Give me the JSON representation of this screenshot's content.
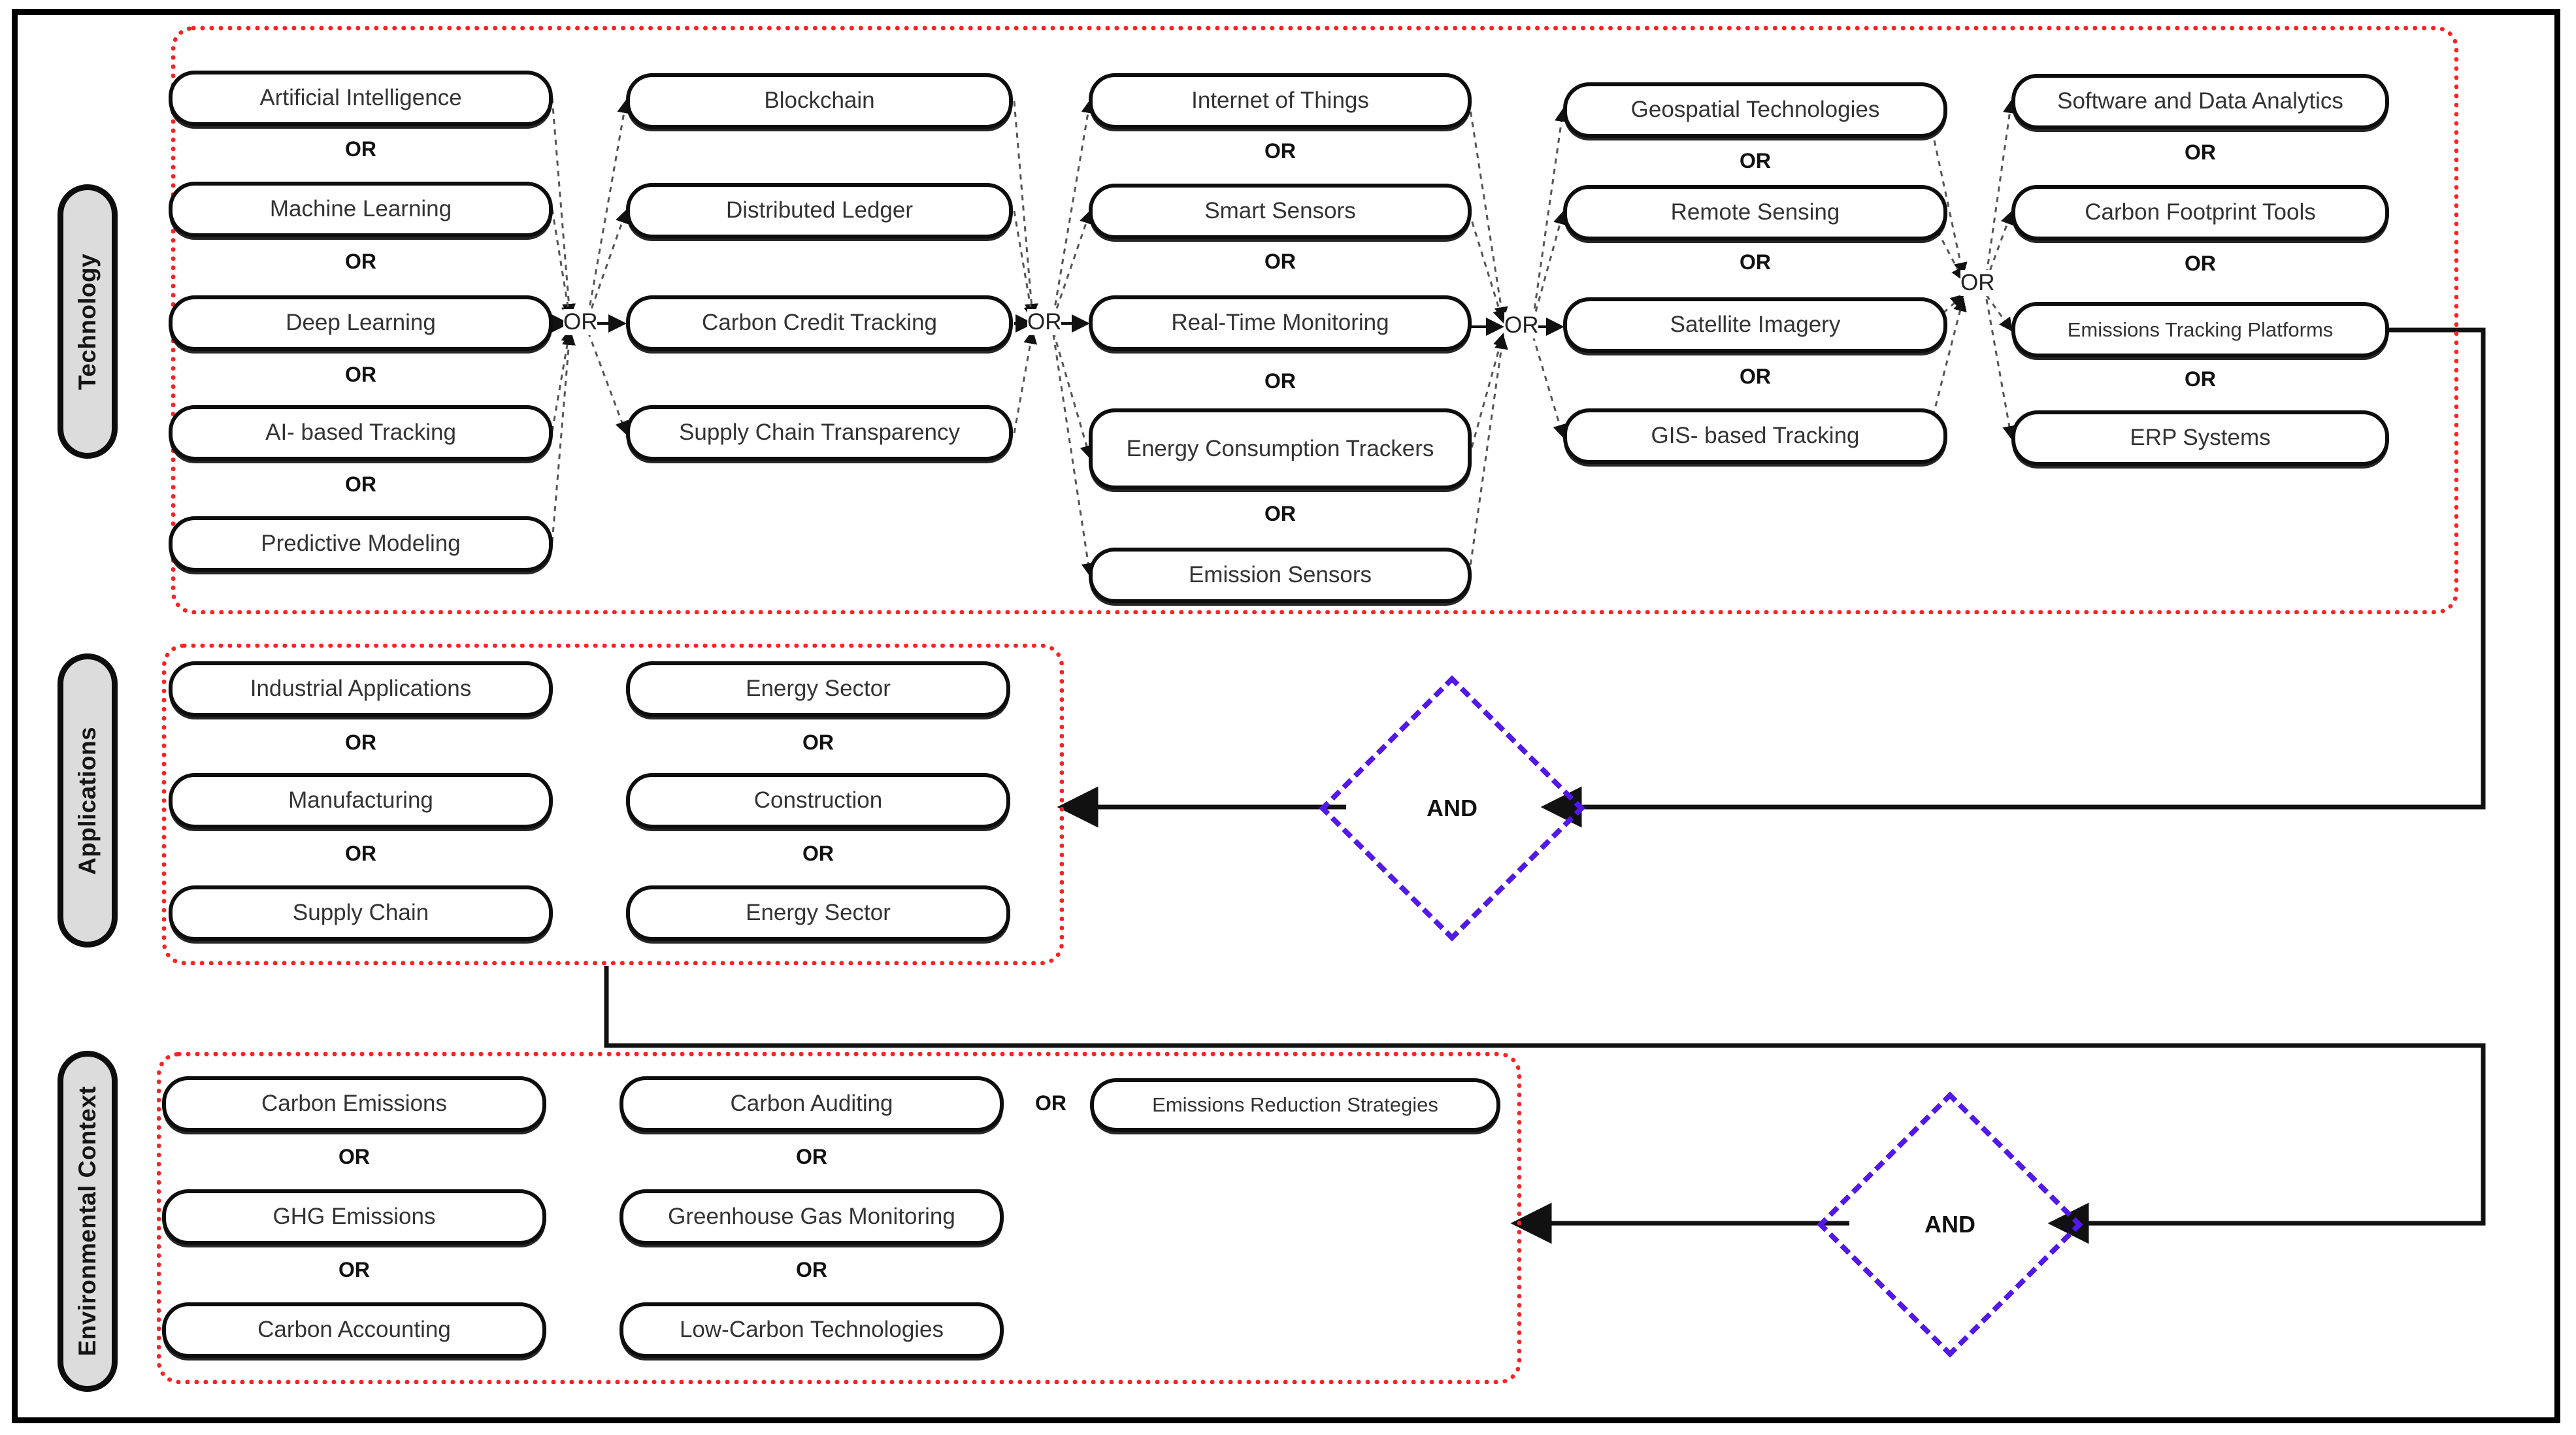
{
  "diagram": {
    "title": "Technology / Applications / Environmental Context search-string concept map",
    "colors": {
      "group_border": "#FB2323",
      "and_gate": "#5319E6",
      "node_border": "#0D0D0D",
      "category_fill": "#DCDCDC",
      "frame": "#000000"
    },
    "operators": {
      "or": "OR",
      "and": "AND"
    }
  },
  "sections": [
    {
      "id": "technology",
      "label": "Technology",
      "columns": [
        {
          "id": "tech-col-1",
          "nodes": [
            "Artificial Intelligence",
            "Machine Learning",
            "Deep Learning",
            "AI- based Tracking",
            "Predictive Modeling"
          ],
          "separators": [
            "OR",
            "OR",
            "OR",
            "OR"
          ]
        },
        {
          "id": "tech-col-2",
          "nodes": [
            "Blockchain",
            "Distributed Ledger",
            "Carbon Credit Tracking",
            "Supply Chain Transparency"
          ],
          "separators": []
        },
        {
          "id": "tech-col-3",
          "nodes": [
            "Internet of Things",
            "Smart Sensors",
            "Real-Time Monitoring",
            "Energy Consumption Trackers",
            "Emission Sensors"
          ],
          "separators": [
            "OR",
            "OR",
            "OR",
            "OR"
          ]
        },
        {
          "id": "tech-col-4",
          "nodes": [
            "Geospatial Technologies",
            "Remote Sensing",
            "Satellite Imagery",
            "GIS- based Tracking"
          ],
          "separators": [
            "OR",
            "OR",
            "OR"
          ]
        },
        {
          "id": "tech-col-5",
          "nodes": [
            "Software and Data Analytics",
            "Carbon Footprint Tools",
            "Emissions Tracking Platforms",
            "ERP Systems"
          ],
          "separators": [
            "OR",
            "OR",
            "OR"
          ]
        }
      ],
      "gates": [
        "OR",
        "OR",
        "OR",
        "OR"
      ]
    },
    {
      "id": "applications",
      "label": "Applications",
      "columns": [
        {
          "id": "app-col-1",
          "nodes": [
            "Industrial Applications",
            "Manufacturing",
            "Supply Chain"
          ],
          "separators": [
            "OR",
            "OR"
          ]
        },
        {
          "id": "app-col-2",
          "nodes": [
            "Energy Sector",
            "Construction",
            "Energy Sector"
          ],
          "separators": [
            "OR",
            "OR"
          ]
        }
      ],
      "gates": []
    },
    {
      "id": "environmental-context",
      "label": "Environmental Context",
      "columns": [
        {
          "id": "env-col-1",
          "nodes": [
            "Carbon Emissions",
            "GHG Emissions",
            "Carbon Accounting"
          ],
          "separators": [
            "OR",
            "OR"
          ]
        },
        {
          "id": "env-col-2",
          "nodes": [
            "Carbon Auditing",
            "Greenhouse Gas Monitoring",
            "Low-Carbon Technologies"
          ],
          "separators": [
            "OR",
            "OR"
          ]
        },
        {
          "id": "env-col-3",
          "nodes": [
            "Emissions Reduction Strategies"
          ],
          "separators": []
        }
      ],
      "inline_gates": [
        "OR"
      ]
    }
  ],
  "and_gates": [
    {
      "id": "and-1",
      "label": "AND"
    },
    {
      "id": "and-2",
      "label": "AND"
    }
  ]
}
